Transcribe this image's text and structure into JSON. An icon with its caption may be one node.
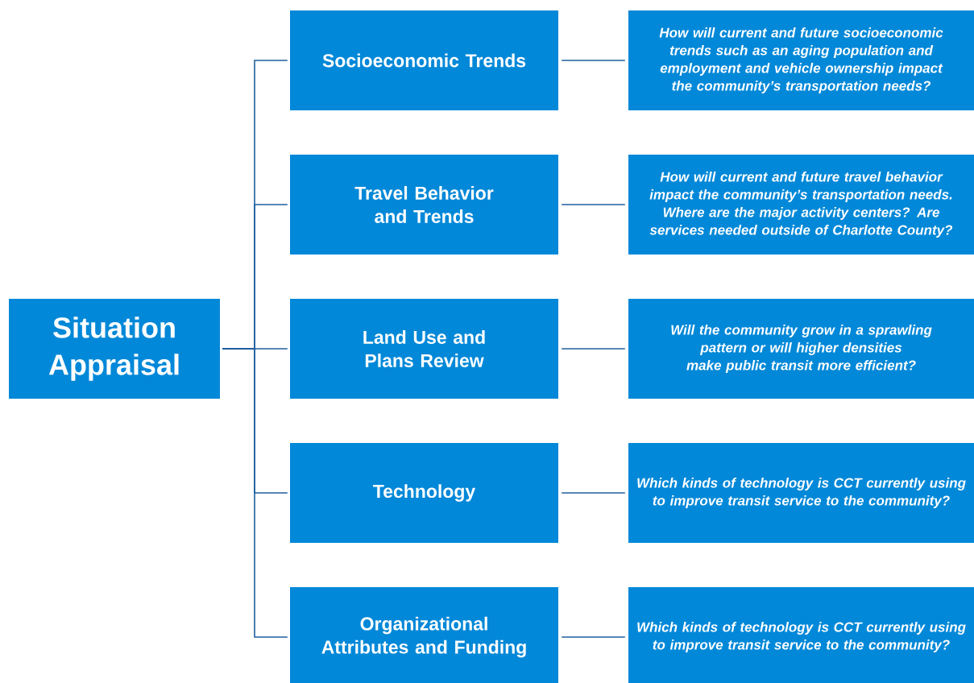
{
  "diagram": {
    "nodes": [
      {
        "text": [
          "Situation Appraisal"
        ]
      },
      {
        "text": [
          "Socioeconomic Trends"
        ]
      },
      {
        "text": [
          "Travel Behavior and Trends"
        ]
      },
      {
        "text": [
          "Land Use and Plans Review"
        ]
      },
      {
        "text": [
          "Technology"
        ]
      },
      {
        "text": [
          "Organizational Attributes and Funding"
        ]
      },
      {
        "text": [
          "How will current and future socioeconomic trends such as an aging population and employment and vehicle ownership impact the community’s transportation needs?"
        ]
      },
      {
        "text": [
          "How will current and future travel behavior impact the community’s transportation needs. Where are the major activity centers? Are services needed outside of Charlotte County?"
        ]
      },
      {
        "text": [
          "Will the community grow in a sprawling pattern or will higher densities make public transit more efficient?"
        ]
      },
      {
        "text": [
          "Which kinds of technology is CCT currently using to improve transit service to the community?"
        ]
      },
      {
        "text": [
          "Which kinds of technology is CCT currently using to improve transit service to the community?"
        ]
      }
    ],
    "edges": [
      {
        "from": 0,
        "to": 1,
        "arrow": "none"
      },
      {
        "from": 0,
        "to": 2,
        "arrow": "none"
      },
      {
        "from": 0,
        "to": 3,
        "arrow": "none"
      },
      {
        "from": 0,
        "to": 4,
        "arrow": "none"
      },
      {
        "from": 0,
        "to": 5,
        "arrow": "none"
      },
      {
        "from": 1,
        "to": 6,
        "arrow": "none"
      },
      {
        "from": 2,
        "to": 7,
        "arrow": "none"
      },
      {
        "from": 3,
        "to": 8,
        "arrow": "none"
      },
      {
        "from": 4,
        "to": 9,
        "arrow": "none"
      },
      {
        "from": 5,
        "to": 10,
        "arrow": "none"
      }
    ]
  }
}
